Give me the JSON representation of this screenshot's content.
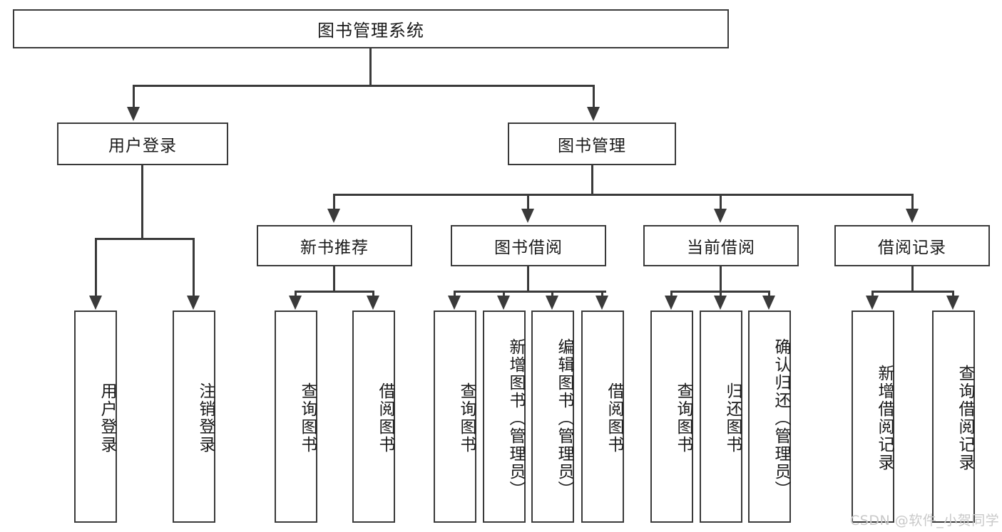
{
  "diagram": {
    "type": "tree-hierarchy-diagram",
    "title": "图书管理系统",
    "watermark": "CSDN @软件_小贺同学",
    "colors": {
      "stroke": "#3a3a3a",
      "fill": "#ffffff",
      "text": "#1a1a1a",
      "watermark": "#c9c9c9"
    },
    "levels": {
      "level1": [
        {
          "id": "root",
          "label": "图书管理系统"
        }
      ],
      "level2": [
        {
          "id": "user-login",
          "label": "用户登录",
          "parent": "root"
        },
        {
          "id": "book-management",
          "label": "图书管理",
          "parent": "root"
        }
      ],
      "level3": [
        {
          "id": "new-book-recommend",
          "label": "新书推荐",
          "parent": "book-management"
        },
        {
          "id": "book-borrow",
          "label": "图书借阅",
          "parent": "book-management"
        },
        {
          "id": "current-borrow",
          "label": "当前借阅",
          "parent": "book-management"
        },
        {
          "id": "borrow-record",
          "label": "借阅记录",
          "parent": "book-management"
        }
      ],
      "level4": [
        {
          "id": "leaf-user-login",
          "label": "用户登录",
          "parent": "user-login"
        },
        {
          "id": "leaf-logout",
          "label": "注销登录",
          "parent": "user-login"
        },
        {
          "id": "leaf-query-book-1",
          "label": "查询图书",
          "parent": "new-book-recommend"
        },
        {
          "id": "leaf-borrow-book-1",
          "label": "借阅图书",
          "parent": "new-book-recommend"
        },
        {
          "id": "leaf-query-book-2",
          "label": "查询图书",
          "parent": "book-borrow"
        },
        {
          "id": "leaf-add-book",
          "label": "新增图书（管理员）",
          "parent": "book-borrow"
        },
        {
          "id": "leaf-edit-book",
          "label": "编辑图书（管理员）",
          "parent": "book-borrow"
        },
        {
          "id": "leaf-borrow-book-2",
          "label": "借阅图书",
          "parent": "book-borrow"
        },
        {
          "id": "leaf-query-book-3",
          "label": "查询图书",
          "parent": "current-borrow"
        },
        {
          "id": "leaf-return-book",
          "label": "归还图书",
          "parent": "current-borrow"
        },
        {
          "id": "leaf-confirm-return",
          "label": "确认归还（管理员）",
          "parent": "current-borrow"
        },
        {
          "id": "leaf-add-record",
          "label": "新增借阅记录",
          "parent": "borrow-record"
        },
        {
          "id": "leaf-query-record",
          "label": "查询借阅记录",
          "parent": "borrow-record"
        }
      ]
    }
  }
}
